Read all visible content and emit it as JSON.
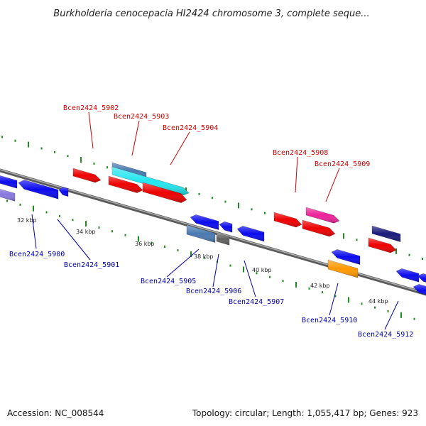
{
  "title": "Burkholderia cenocepacia HI2424 chromosome 3, complete seque...",
  "footer": {
    "accession": "Accession: NC_008544",
    "topology": "Topology: circular; Length: 1,055,417 bp; Genes: 923"
  },
  "colors": {
    "upper_label": "#cc0000",
    "lower_label": "#0000aa",
    "backbone": "#808080",
    "dots": "#1e8c1e"
  },
  "ticks": [
    {
      "label": "32 kbp"
    },
    {
      "label": "34 kbp"
    },
    {
      "label": "36 kbp"
    },
    {
      "label": "38 kbp"
    },
    {
      "label": "40 kbp"
    },
    {
      "label": "42 kbp"
    },
    {
      "label": "44 kbp"
    }
  ],
  "gene_labels": [
    {
      "id": "g5902",
      "text": "Bcen2424_5902",
      "strand": "upper"
    },
    {
      "id": "g5903",
      "text": "Bcen2424_5903",
      "strand": "upper"
    },
    {
      "id": "g5904",
      "text": "Bcen2424_5904",
      "strand": "upper"
    },
    {
      "id": "g5908",
      "text": "Bcen2424_5908",
      "strand": "upper"
    },
    {
      "id": "g5909",
      "text": "Bcen2424_5909",
      "strand": "upper"
    },
    {
      "id": "g5900",
      "text": "Bcen2424_5900",
      "strand": "lower"
    },
    {
      "id": "g5901",
      "text": "Bcen2424_5901",
      "strand": "lower"
    },
    {
      "id": "g5905",
      "text": "Bcen2424_5905",
      "strand": "lower"
    },
    {
      "id": "g5906",
      "text": "Bcen2424_5906",
      "strand": "lower"
    },
    {
      "id": "g5907",
      "text": "Bcen2424_5907",
      "strand": "lower"
    },
    {
      "id": "g5910",
      "text": "Bcen2424_5910",
      "strand": "lower"
    },
    {
      "id": "g5912",
      "text": "Bcen2424_5912",
      "strand": "lower"
    }
  ],
  "gene_colors": {
    "red": "#ee0000",
    "blue": "#0a0aee",
    "cyan": "#22e6f0",
    "steel": "#4a7ab0",
    "gray": "#606060",
    "magenta": "#ee2299",
    "orange": "#ff9900",
    "navy": "#1a1a7a",
    "lavender": "#8877dd"
  }
}
